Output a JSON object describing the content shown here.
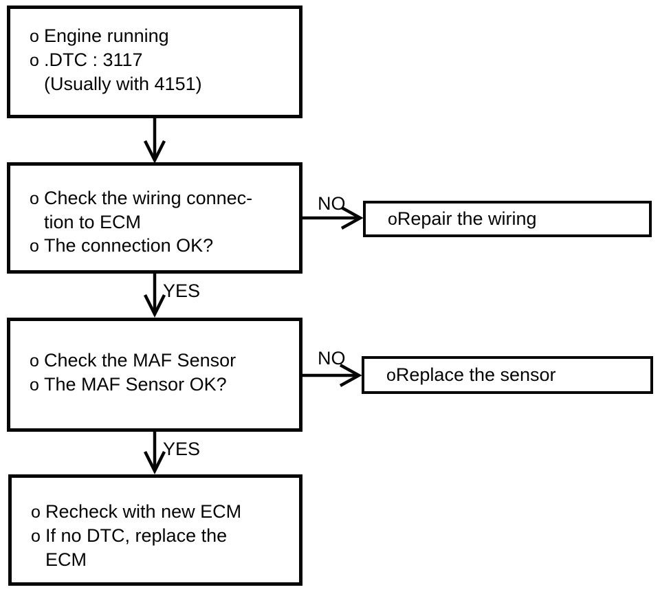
{
  "flowchart": {
    "title": "DTC 3117 MAF sensor diagnostic flowchart",
    "colors": {
      "line": "#050505",
      "background": "#ffffff"
    },
    "nodes": {
      "start": {
        "rows": [
          {
            "bullet": "o",
            "text": "Engine running"
          },
          {
            "bullet": "o",
            "text": ".DTC : 3117"
          },
          {
            "bullet": "",
            "text": "(Usually with 4151)"
          }
        ]
      },
      "check_wiring": {
        "rows": [
          {
            "bullet": "o",
            "text": "Check the wiring connec-"
          },
          {
            "bullet": "",
            "text": "tion to ECM"
          },
          {
            "bullet": "o",
            "text": "The connection OK?"
          }
        ]
      },
      "repair_wiring": {
        "rows": [
          {
            "bullet": "o",
            "text": "Repair the wiring"
          }
        ]
      },
      "check_maf": {
        "rows": [
          {
            "bullet": "o",
            "text": "Check the MAF Sensor"
          },
          {
            "bullet": "o",
            "text": "The MAF Sensor OK?"
          }
        ]
      },
      "replace_sensor": {
        "rows": [
          {
            "bullet": "o",
            "text": "Replace the sensor"
          }
        ]
      },
      "recheck_ecm": {
        "rows": [
          {
            "bullet": "o",
            "text": "Recheck with new ECM"
          },
          {
            "bullet": "o",
            "text": "If no DTC, replace the"
          },
          {
            "bullet": "",
            "text": "ECM"
          }
        ]
      }
    },
    "edges": {
      "no1": {
        "label": "NO"
      },
      "yes1": {
        "label": "YES"
      },
      "no2": {
        "label": "NO"
      },
      "yes2": {
        "label": "YES"
      }
    }
  }
}
